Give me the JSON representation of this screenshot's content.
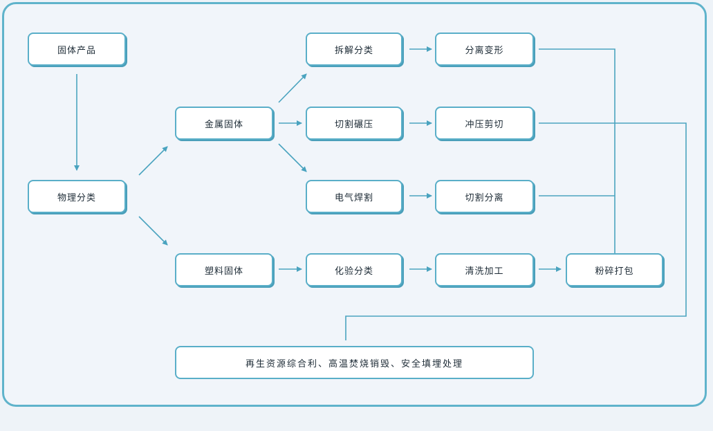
{
  "nodes": {
    "solid_product": "固体产品",
    "physical_sort": "物理分类",
    "metal_solid": "金属固体",
    "plastic_solid": "塑料固体",
    "dismantle_sort": "拆解分类",
    "cut_roll": "切割碾压",
    "electric_weld_cut": "电气焊割",
    "chemical_sort": "化验分类",
    "separate_deform": "分离变形",
    "punch_shear": "冲压剪切",
    "cut_separate": "切割分离",
    "wash_process": "清洗加工",
    "crush_pack": "粉碎打包",
    "final_disposal": "再生资源综合利、高温焚烧销毁、安全填埋处理"
  },
  "colors": {
    "line": "#4aa3bf",
    "border": "#59aec8",
    "frame": "#5fb3cb"
  }
}
